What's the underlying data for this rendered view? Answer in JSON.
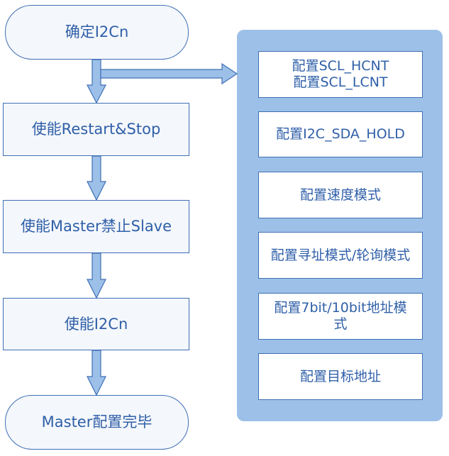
{
  "flow": {
    "step1": "确定I2Cn",
    "step2": "使能Restart&Stop",
    "step3": "使能Master禁止Slave",
    "step4": "使能I2Cn",
    "step5": "Master配置完毕"
  },
  "config": {
    "item1_line1": "配置SCL_HCNT",
    "item1_line2": "配置SCL_LCNT",
    "item2": "配置I2C_SDA_HOLD",
    "item3": "配置速度模式",
    "item4": "配置寻址模式/轮询模式",
    "item5": "配置7bit/10bit地址模式",
    "item6": "配置目标地址"
  },
  "colors": {
    "border": "#3f6fb5",
    "text": "#2f5fa8",
    "panel": "#9cc0e8",
    "arrow": "#9cc0e8",
    "node_fill": "#f4f7fb"
  }
}
